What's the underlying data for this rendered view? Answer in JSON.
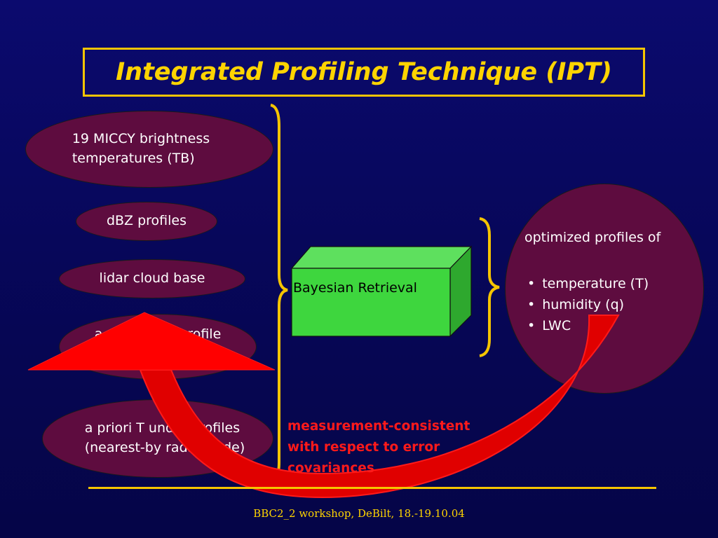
{
  "title": "Integrated Profiling Technique (IPT)",
  "inputs": [
    {
      "label": "19 MICCY brightness\ntemperatures (TB)"
    },
    {
      "label": "dBZ profiles"
    },
    {
      "label": "lidar cloud base"
    },
    {
      "label": "a priori LWC profile"
    },
    {
      "label": "a priori T und q profiles\n(nearest-by radiosonde)"
    }
  ],
  "process": {
    "label": "Bayesian Retrieval"
  },
  "output": {
    "heading": "optimized profiles of",
    "items": [
      "temperature (T)",
      "humidity (q)",
      "LWC"
    ]
  },
  "note": "measurement-consistent\nwith respect to error\ncovariances",
  "footer": "BBC2_2 workshop, DeBilt, 18.-19.10.04",
  "colors": {
    "background": "#07075a",
    "accent": "#ffd400",
    "ellipse_fill": "#5e0c3f",
    "box_fill": "#3ed63e",
    "arrow": "#ff0000"
  }
}
